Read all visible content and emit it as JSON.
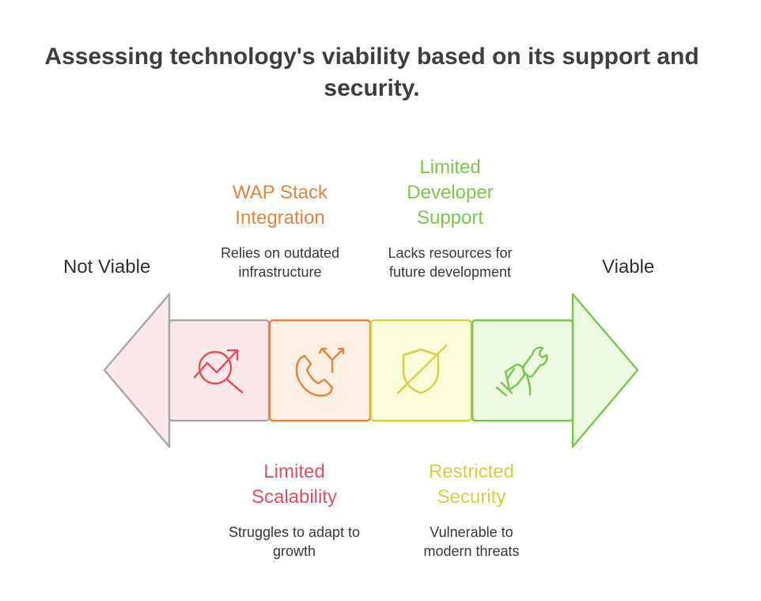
{
  "title": "Assessing technology's viability based on its support and security.",
  "scale": {
    "left_label": "Not Viable",
    "right_label": "Viable"
  },
  "segments": [
    {
      "icon": "chart-magnify-icon",
      "color": "#e8505b",
      "fill": "#fde8ea"
    },
    {
      "icon": "phone-arrows-icon",
      "color": "#e8843c",
      "fill": "#fdf0e3"
    },
    {
      "icon": "shield-slash-icon",
      "color": "#d8d040",
      "fill": "#fafbd8"
    },
    {
      "icon": "wrench-hand-icon",
      "color": "#7cc84a",
      "fill": "#eefbe3"
    }
  ],
  "categories": [
    {
      "title": "WAP Stack\nIntegration",
      "description": "Relies on outdated\ninfrastructure",
      "color": "#e8843c"
    },
    {
      "title": "Limited\nDeveloper\nSupport",
      "description": "Lacks resources for\nfuture development",
      "color": "#7cc84a"
    },
    {
      "title": "Limited\nScalability",
      "description": "Struggles to adapt to\ngrowth",
      "color": "#e8505b"
    },
    {
      "title": "Restricted\nSecurity",
      "description": "Vulnerable to\nmodern threats",
      "color": "#d8d040"
    }
  ]
}
